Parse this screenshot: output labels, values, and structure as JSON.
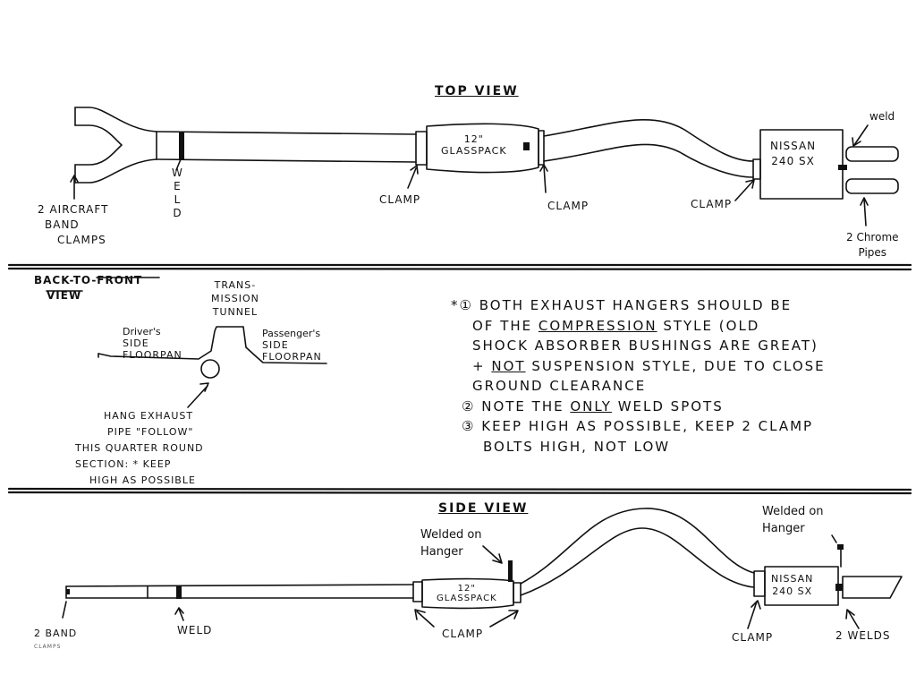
{
  "top_view": {
    "title": "TOP VIEW",
    "labels": {
      "aircraft_clamps": [
        "2 Aircraft",
        "BAND",
        "CLAMPS"
      ],
      "weld_vertical": [
        "W",
        "E",
        "L",
        "D"
      ],
      "clamp_1": "CLAMP",
      "glasspack": [
        "12\"",
        "GLASSPACK"
      ],
      "clamp_2": "CLAMP",
      "clamp_3": "CLAMP",
      "muffler": [
        "NISSAN",
        "240 SX"
      ],
      "weld": "weld",
      "chrome_pipes": [
        "2 Chrome",
        "Pipes"
      ]
    }
  },
  "back_view": {
    "title_line1": "BACK-TO-FRONT",
    "title_line2": "VIEW",
    "tunnel": [
      "TRANS-",
      "MISSION",
      "TUNNEL"
    ],
    "driver": [
      "Driver's",
      "SIDE",
      "FLOORPAN"
    ],
    "passenger": [
      "Passenger's",
      "SIDE",
      "FLOORPAN"
    ],
    "hang_note": [
      "HANG EXHAUST",
      "PIPE \"FOLLOW\"",
      "THIS QUARTER ROUND",
      "SECTION: * KEEP",
      "HIGH AS POSSIBLE"
    ]
  },
  "notes": {
    "marker1": "*①",
    "line1": "BOTH EXHAUST HANGERS SHOULD BE",
    "line2a": "OF THE ",
    "line2_compression": "COMPRESSION",
    "line2b": " STYLE (OLD",
    "line3": "SHOCK ABSORBER BUSHINGS ARE GREAT)",
    "line4a": "+ ",
    "line4_not": "NOT",
    "line4b": " SUSPENSION STYLE, DUE TO CLOSE",
    "line5": "GROUND CLEARANCE",
    "marker2": "②",
    "line6a": "NOTE THE ",
    "line6_only": "ONLY",
    "line6b": " WELD SPOTS",
    "marker3": "③",
    "line7": "KEEP HIGH AS POSSIBLE, KEEP 2 CLAMP",
    "line8": "BOLTS HIGH, NOT LOW"
  },
  "side_view": {
    "title": "SIDE VIEW",
    "labels": {
      "band_clamps": [
        "2 BAND",
        "CLAMPS"
      ],
      "weld": "WELD",
      "welded_hanger_1": [
        "Welded on",
        "Hanger"
      ],
      "glasspack": [
        "12\"",
        "GLASSPACK"
      ],
      "clamp_pair": "CLAMP",
      "welded_hanger_2": [
        "Welded on",
        "Hanger"
      ],
      "muffler": [
        "NISSAN",
        "240 SX"
      ],
      "clamp": "CLAMP",
      "two_welds": "2 WELDS"
    }
  }
}
